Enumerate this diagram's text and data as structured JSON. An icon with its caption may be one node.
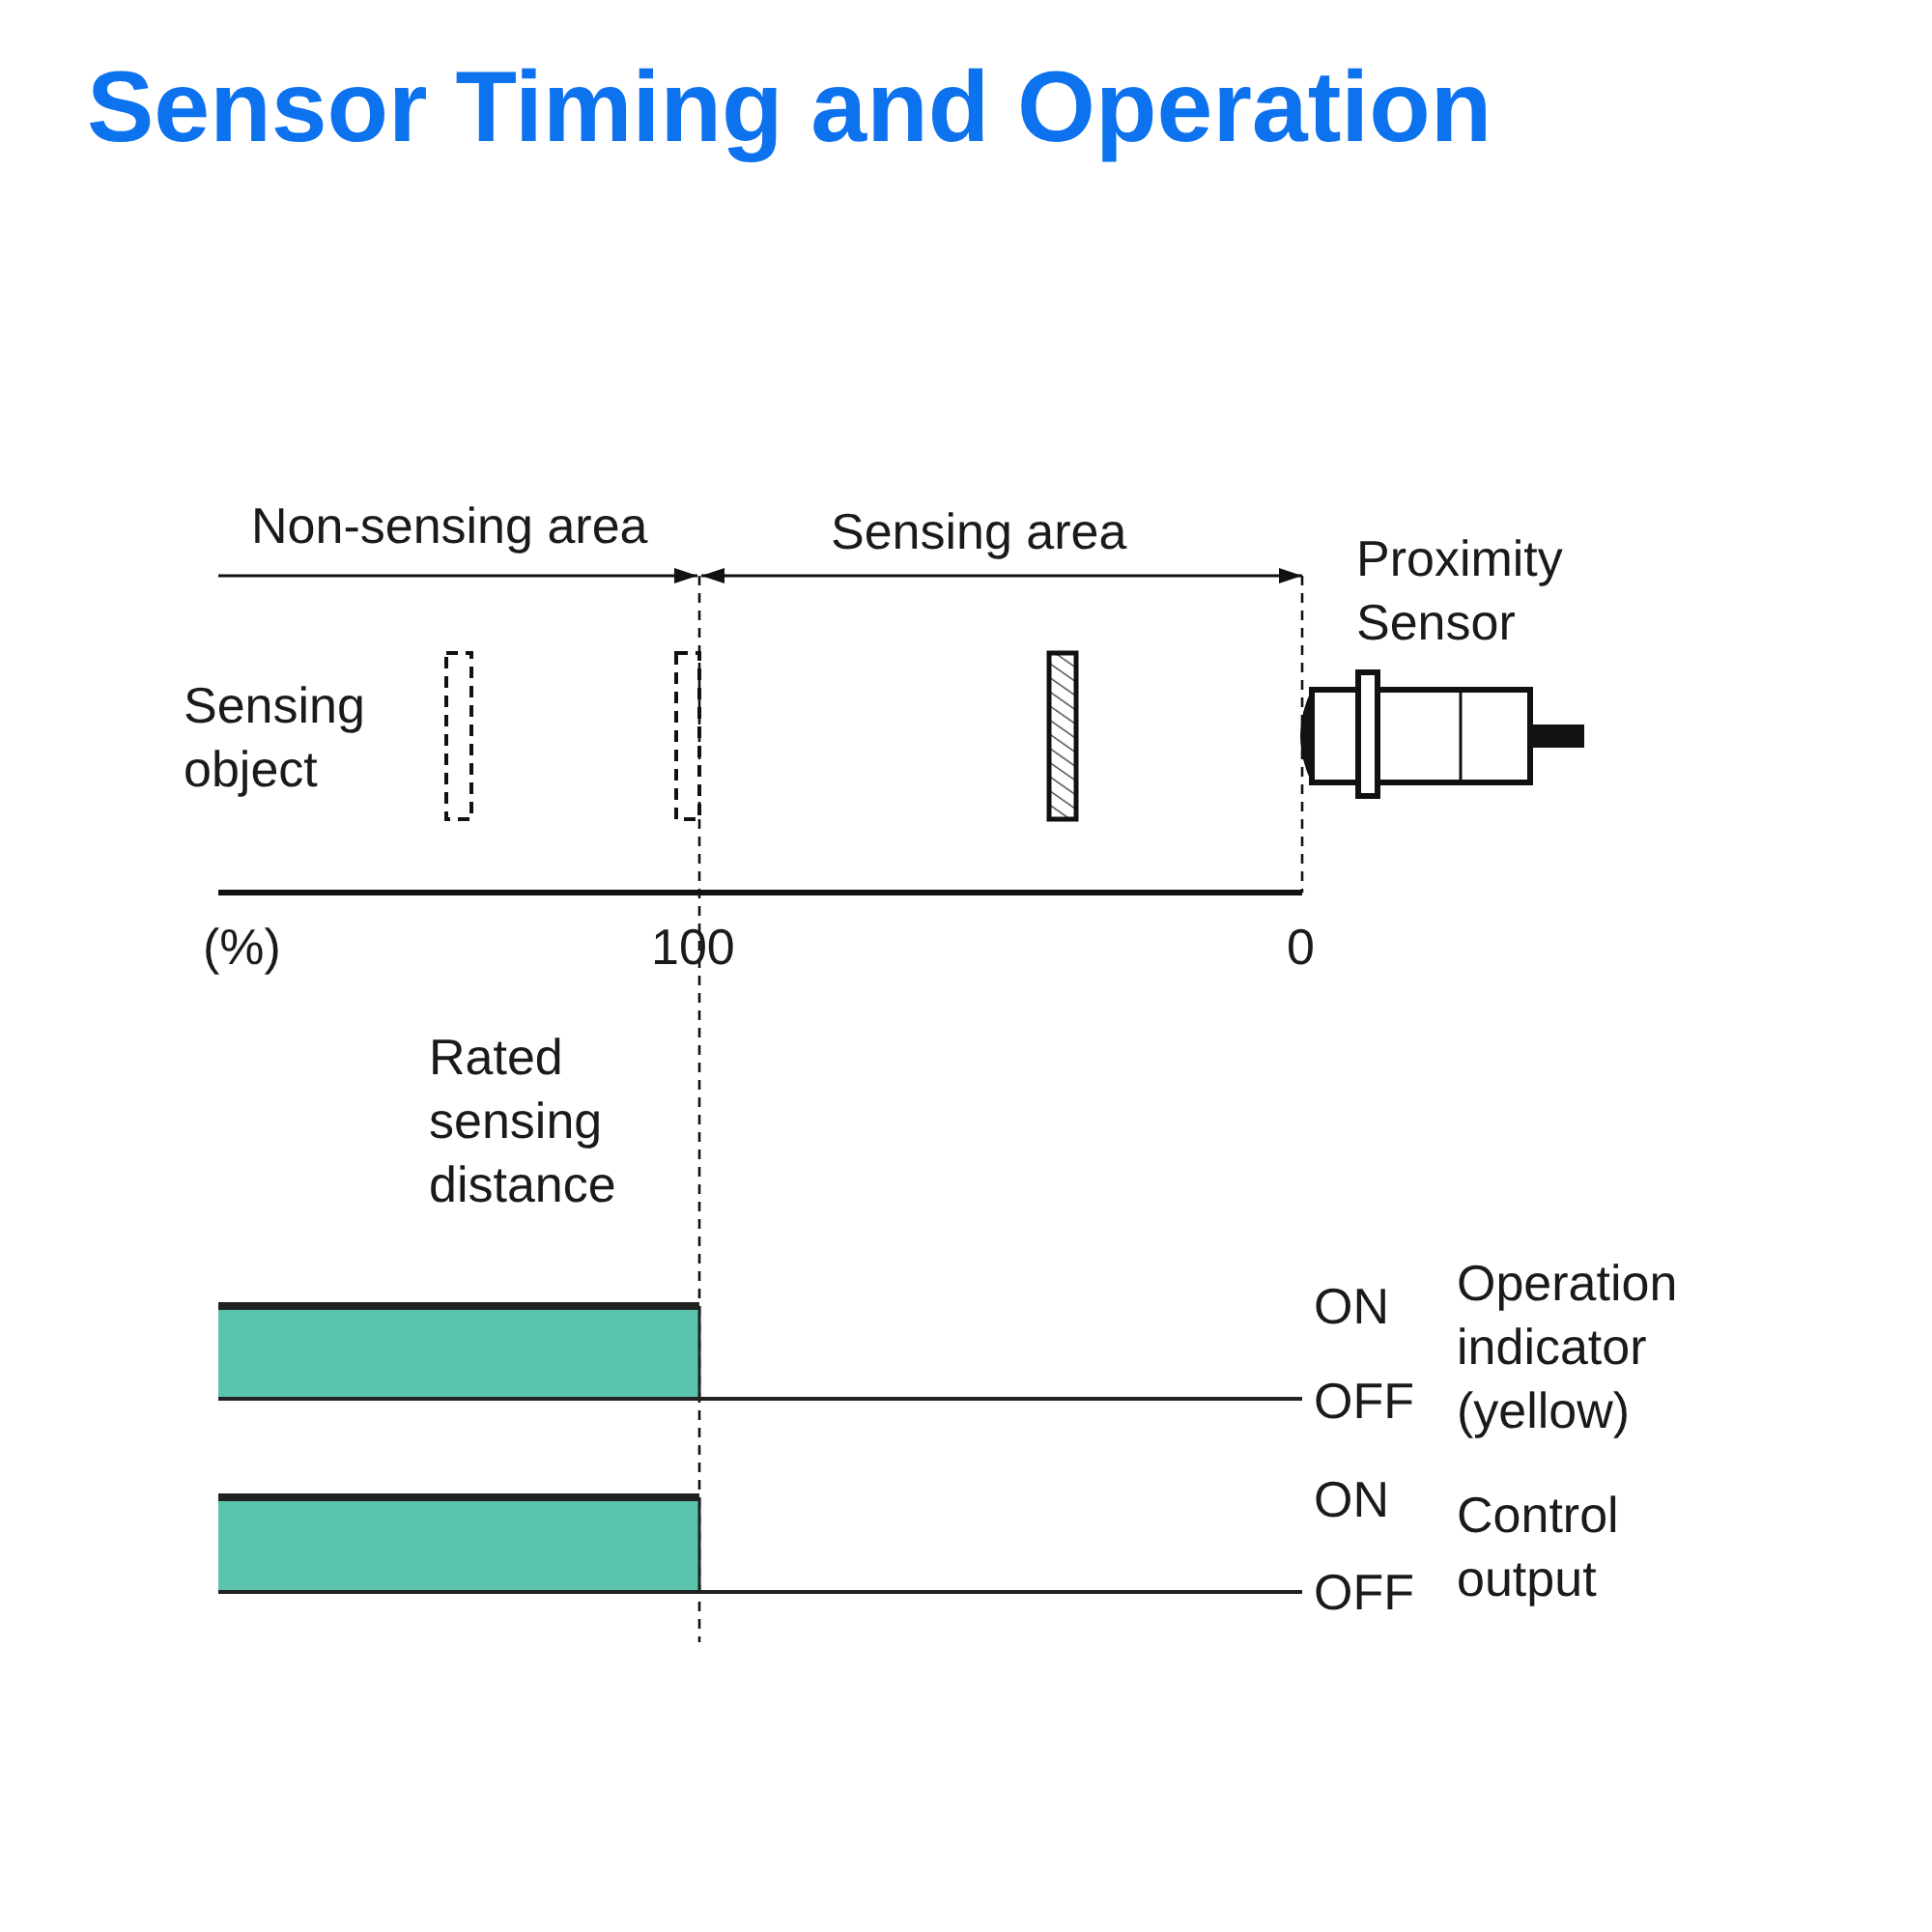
{
  "diagram": {
    "title": "Sensor Timing and Operation",
    "labels": [
      "Non-sensing area",
      "Sensing area",
      "Proximity Sensor",
      "Sensing object",
      "(%)",
      "100",
      "0",
      "Rated sensing distance",
      "ON",
      "Operation indicator (yellow)",
      "OFF",
      "ON",
      "Control output",
      "OFF"
    ]
  }
}
